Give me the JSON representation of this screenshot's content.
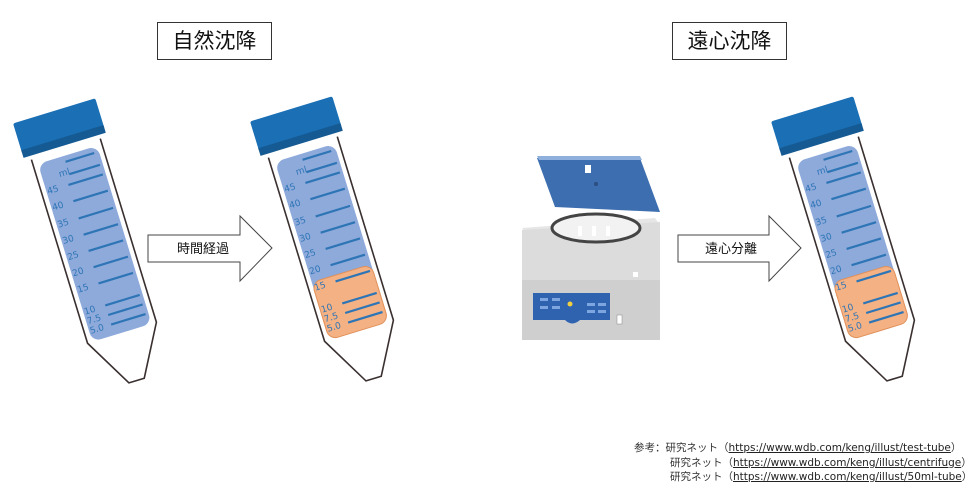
{
  "titles": {
    "natural": "自然沈降",
    "centrifugal": "遠心沈降"
  },
  "arrows": {
    "time": "時間経過",
    "centrifuge": "遠心分離"
  },
  "tube": {
    "unit": "ml",
    "labels": [
      "45",
      "40",
      "35",
      "30",
      "25",
      "20",
      "15",
      "10",
      "7.5",
      "5.0"
    ]
  },
  "colors": {
    "cap": "#1a6fb5",
    "liquid": "#8eaadb",
    "sediment": "#f4b183",
    "grad": "#2e75b6"
  },
  "reference": {
    "prefix": "参考：",
    "items": [
      {
        "name": "研究ネット",
        "url": "https://www.wdb.com/keng/illust/test-tube"
      },
      {
        "name": "研究ネット",
        "url": "https://www.wdb.com/keng/illust/centrifuge"
      },
      {
        "name": "研究ネット",
        "url": "https://www.wdb.com/keng/illust/50ml-tube"
      }
    ]
  }
}
